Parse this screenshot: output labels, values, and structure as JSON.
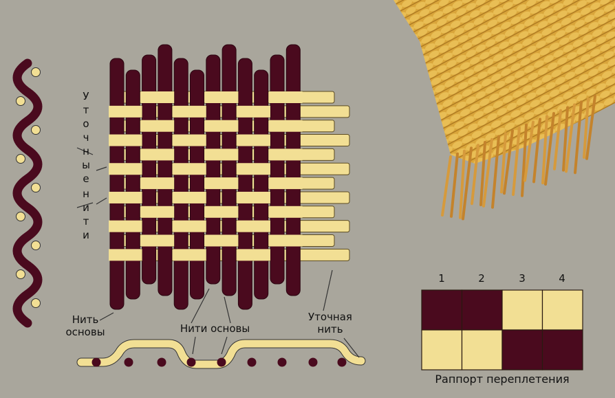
{
  "colors": {
    "background": "#a9a69c",
    "warp": "#4a0a1e",
    "weft": "#f2df94",
    "fabric": "#d9a53a"
  },
  "labels": {
    "weft_threads_line1": "Уточные",
    "weft_threads_line2": "нити",
    "warp_thread_left_line1": "Нить",
    "warp_thread_left_line2": "основы",
    "warp_threads_center": "Нити основы",
    "weft_thread_line1": "Уточная",
    "weft_thread_line2": "нить",
    "repeat_caption": "Раппорт переплетения"
  },
  "repeat": {
    "columns": [
      "1",
      "2",
      "3",
      "4"
    ],
    "grid": [
      [
        "warp",
        "warp",
        "weft",
        "weft"
      ],
      [
        "weft",
        "weft",
        "warp",
        "warp"
      ]
    ]
  },
  "photo": {
    "subject": "woven-fabric-with-fringe"
  }
}
